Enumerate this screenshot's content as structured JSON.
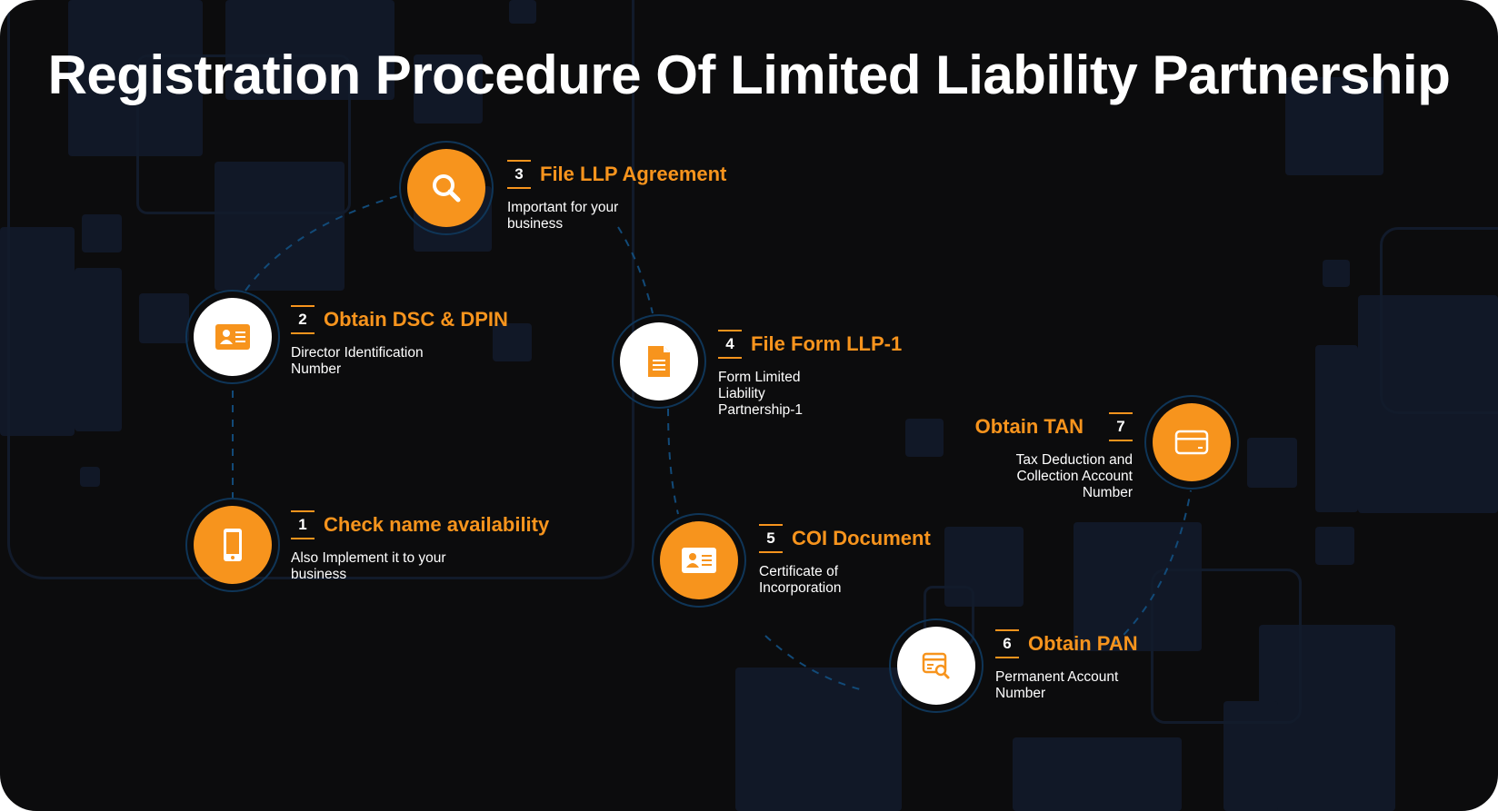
{
  "title": "Registration Procedure Of Limited Liability Partnership",
  "colors": {
    "accent": "#f7941d",
    "background": "#0c0c0d",
    "block": "#111827",
    "ring": "#0f3557"
  },
  "steps": [
    {
      "number": "1",
      "title": "Check name availability",
      "description": "Also Implement it to your\nbusiness",
      "icon": "phone-icon"
    },
    {
      "number": "2",
      "title": "Obtain DSC & DPIN",
      "description": "Director Identification\nNumber",
      "icon": "id-card-icon"
    },
    {
      "number": "3",
      "title": "File LLP Agreement",
      "description": "Important for your\nbusiness",
      "icon": "search-icon"
    },
    {
      "number": "4",
      "title": "File Form LLP-1",
      "description": "Form Limited\nLiability\nPartnership-1",
      "icon": "document-icon"
    },
    {
      "number": "5",
      "title": "COI Document",
      "description": "Certificate of\nIncorporation",
      "icon": "id-card-icon"
    },
    {
      "number": "6",
      "title": "Obtain PAN",
      "description": "Permanent Account\nNumber",
      "icon": "document-search-icon"
    },
    {
      "number": "7",
      "title": "Obtain TAN",
      "description": "Tax Deduction and\nCollection Account\nNumber",
      "icon": "credit-card-icon"
    }
  ]
}
